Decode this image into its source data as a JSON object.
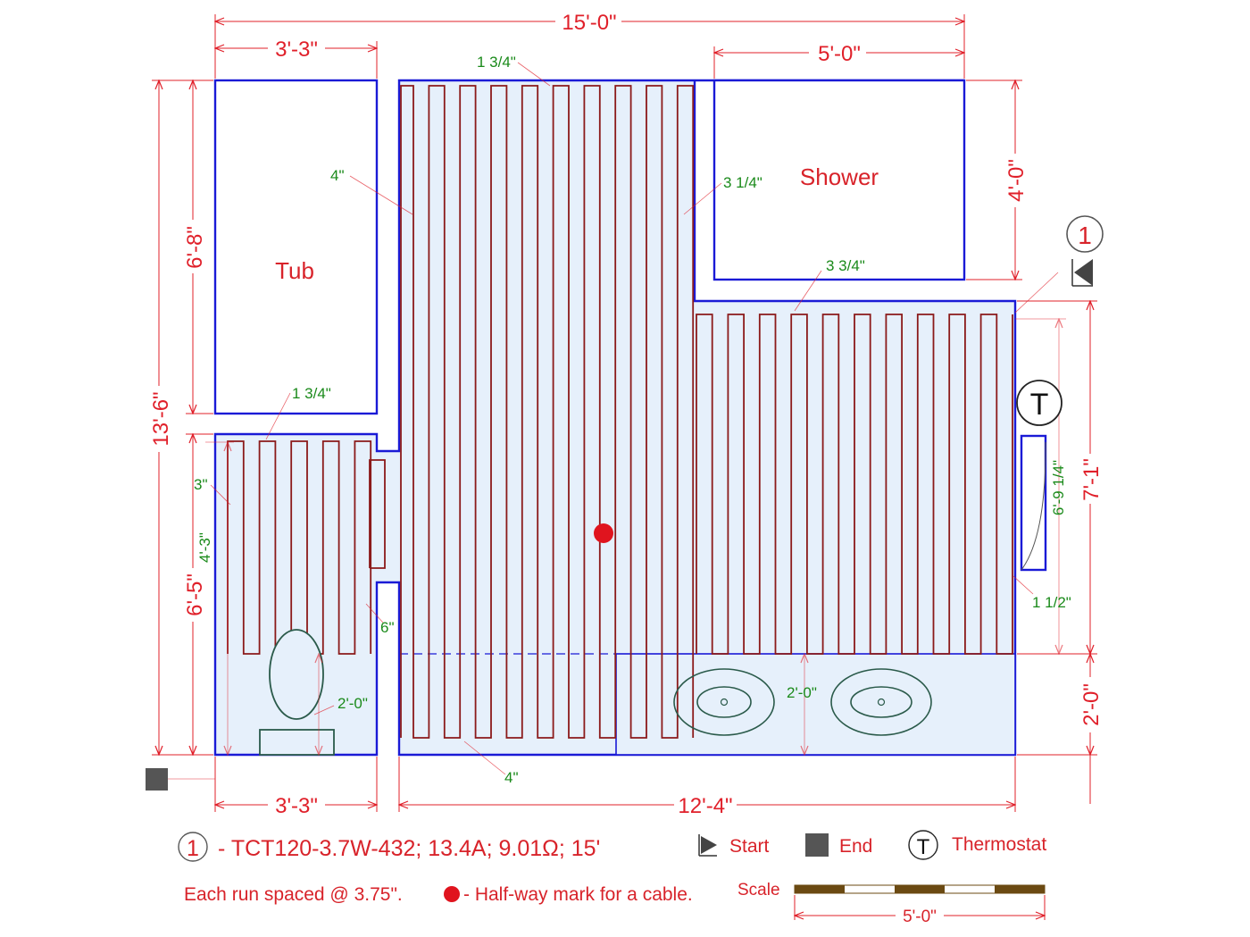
{
  "dimensions": {
    "overall_width": "15'-0\"",
    "tub_width_top": "3'-3\"",
    "shower_width": "5'-0\"",
    "overall_height": "13'-6\"",
    "tub_height": "6'-8\"",
    "lower_left_height": "6'-5\"",
    "shower_height": "4'-0\"",
    "right_heated_height": "7'-1\"",
    "vanity_depth": "2'-0\"",
    "bottom_left_width": "3'-3\"",
    "bottom_right_width": "12'-4\""
  },
  "rooms": {
    "tub": "Tub",
    "shower": "Shower"
  },
  "spacing_notes": {
    "top_clearance": "1 3/4\"",
    "tub_gap": "4\"",
    "shower_gap": "3 1/4\"",
    "shower_bottom": "3 3/4\"",
    "tub_bottom": "1 3/4\"",
    "left_wall": "3\"",
    "left_run": "4'-3\"",
    "toilet_gap": "6\"",
    "toilet_clear": "2'-0\"",
    "vanity_clear": "2'-0\"",
    "bottom_gap": "4\"",
    "door_run": "6'-9 1/4\"",
    "door_gap": "1 1/2\""
  },
  "markers": {
    "circuit_number": "1",
    "thermostat_letter": "T"
  },
  "legend": {
    "circuit_number": "1",
    "circuit_spec": "- TCT120-3.7W-432; 13.4A; 9.01Ω; 15'",
    "start_label": "Start",
    "end_label": "End",
    "thermostat_letter": "T",
    "thermostat_label": "Thermostat",
    "spacing_note": "Each run spaced @ 3.75\".",
    "halfway_note": "- Half-way mark for a cable.",
    "scale_label": "Scale",
    "scale_length": "5'-0\""
  },
  "colors": {
    "wall": "#1a1ad6",
    "floor": "#e6f0fb",
    "cable": "#8b1a1a",
    "dimension": "#e0202a",
    "note": "#1a8a1a",
    "halfway_mark": "#e0141e",
    "scale_dark": "#6b4a12"
  }
}
